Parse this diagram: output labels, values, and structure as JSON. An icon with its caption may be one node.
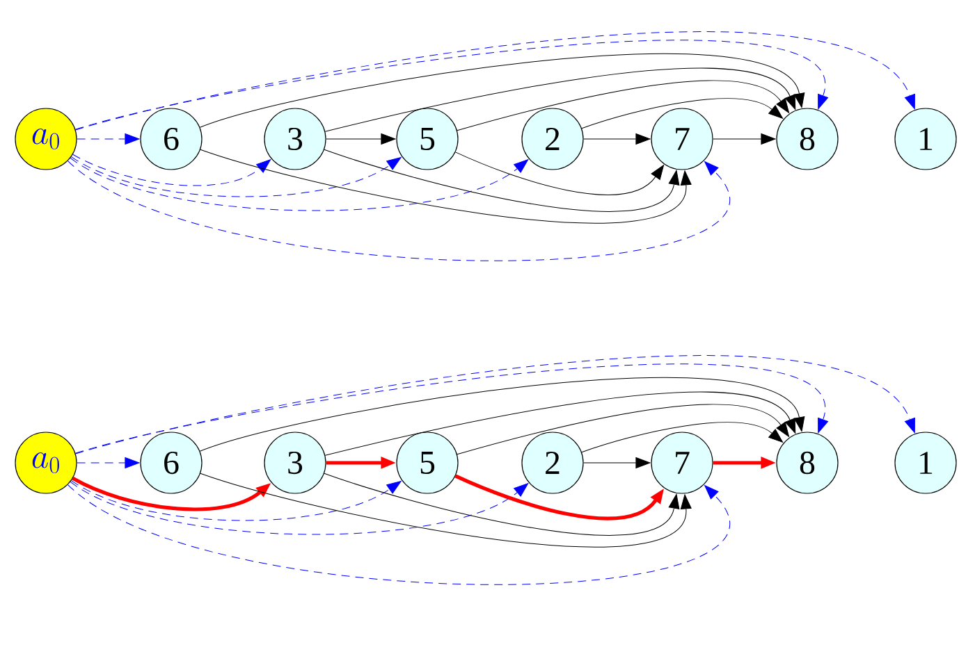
{
  "diagram": {
    "nodes": [
      {
        "text": [
          "a_{0}"
        ]
      },
      {
        "text": [
          "6"
        ]
      },
      {
        "text": [
          "3"
        ]
      },
      {
        "text": [
          "5"
        ]
      },
      {
        "text": [
          "2"
        ]
      },
      {
        "text": [
          "7"
        ]
      },
      {
        "text": [
          "8"
        ]
      },
      {
        "text": [
          "1"
        ]
      },
      {
        "text": [
          "a_{0}"
        ]
      },
      {
        "text": [
          "6"
        ]
      },
      {
        "text": [
          "3"
        ]
      },
      {
        "text": [
          "5"
        ]
      },
      {
        "text": [
          "2"
        ]
      },
      {
        "text": [
          "7"
        ]
      },
      {
        "text": [
          "8"
        ]
      },
      {
        "text": [
          "1"
        ]
      }
    ],
    "edges": [
      {
        "from": 0,
        "to": 1,
        "arrow": "to",
        "style": "dashed",
        "color": "#0000ff"
      },
      {
        "from": 0,
        "to": 2,
        "arrow": "to",
        "style": "dashed",
        "color": "#0000ff"
      },
      {
        "from": 0,
        "to": 3,
        "arrow": "to",
        "style": "dashed",
        "color": "#0000ff"
      },
      {
        "from": 0,
        "to": 4,
        "arrow": "to",
        "style": "dashed",
        "color": "#0000ff"
      },
      {
        "from": 0,
        "to": 5,
        "arrow": "to",
        "style": "dashed",
        "color": "#0000ff"
      },
      {
        "from": 0,
        "to": 6,
        "arrow": "to",
        "style": "dashed",
        "color": "#0000ff"
      },
      {
        "from": 0,
        "to": 7,
        "arrow": "to",
        "style": "dashed",
        "color": "#0000ff"
      },
      {
        "from": 1,
        "to": 6,
        "arrow": "to"
      },
      {
        "from": 2,
        "to": 6,
        "arrow": "to"
      },
      {
        "from": 3,
        "to": 6,
        "arrow": "to"
      },
      {
        "from": 4,
        "to": 6,
        "arrow": "to"
      },
      {
        "from": 5,
        "to": 6,
        "arrow": "to"
      },
      {
        "from": 2,
        "to": 3,
        "arrow": "to"
      },
      {
        "from": 4,
        "to": 5,
        "arrow": "to"
      },
      {
        "from": 3,
        "to": 5,
        "arrow": "to"
      },
      {
        "from": 2,
        "to": 5,
        "arrow": "to"
      },
      {
        "from": 1,
        "to": 5,
        "arrow": "to"
      },
      {
        "from": 8,
        "to": 9,
        "arrow": "to",
        "style": "dashed",
        "color": "#0000ff"
      },
      {
        "from": 8,
        "to": 10,
        "arrow": "to",
        "style": "thick",
        "color": "#ff0000"
      },
      {
        "from": 8,
        "to": 11,
        "arrow": "to",
        "style": "dashed",
        "color": "#0000ff"
      },
      {
        "from": 8,
        "to": 12,
        "arrow": "to",
        "style": "dashed",
        "color": "#0000ff"
      },
      {
        "from": 8,
        "to": 13,
        "arrow": "to",
        "style": "dashed",
        "color": "#0000ff"
      },
      {
        "from": 8,
        "to": 14,
        "arrow": "to",
        "style": "dashed",
        "color": "#0000ff"
      },
      {
        "from": 8,
        "to": 15,
        "arrow": "to",
        "style": "dashed",
        "color": "#0000ff"
      },
      {
        "from": 9,
        "to": 14,
        "arrow": "to"
      },
      {
        "from": 10,
        "to": 14,
        "arrow": "to"
      },
      {
        "from": 11,
        "to": 14,
        "arrow": "to"
      },
      {
        "from": 12,
        "to": 14,
        "arrow": "to"
      },
      {
        "from": 13,
        "to": 14,
        "arrow": "to",
        "style": "thick",
        "color": "#ff0000"
      },
      {
        "from": 10,
        "to": 11,
        "arrow": "to",
        "style": "thick",
        "color": "#ff0000"
      },
      {
        "from": 12,
        "to": 13,
        "arrow": "to"
      },
      {
        "from": 11,
        "to": 13,
        "arrow": "to",
        "style": "thick",
        "color": "#ff0000"
      },
      {
        "from": 10,
        "to": 13,
        "arrow": "to"
      },
      {
        "from": 9,
        "to": 13,
        "arrow": "to"
      }
    ]
  }
}
